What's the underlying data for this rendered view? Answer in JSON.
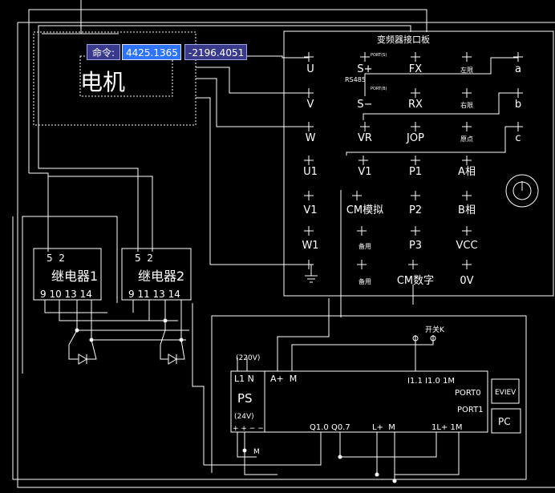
{
  "motor": {
    "label": "电机"
  },
  "command": {
    "label": "命令:",
    "x_value": "4425.1365",
    "y_value": "-2196.4051"
  },
  "vfd_board": {
    "title": "变频器接口板",
    "rs485": "RS485",
    "port_top": "PORT(S)",
    "port_bottom": "PORT(B)",
    "grid": [
      [
        "U",
        "S+",
        "FX",
        "左限",
        "a"
      ],
      [
        "V",
        "S−",
        "RX",
        "右限",
        "b"
      ],
      [
        "W",
        "VR",
        "JOP",
        "原点",
        "c"
      ],
      [
        "U1",
        "V1",
        "P1",
        "A相",
        ""
      ],
      [
        "V1",
        "CM模拟",
        "P2",
        "B相",
        ""
      ],
      [
        "W1",
        "备用",
        "P3",
        "VCC",
        ""
      ],
      [
        "",
        "备用",
        "CM数字",
        "0V",
        ""
      ]
    ]
  },
  "relay1": {
    "label": "继电器1",
    "top_pins": "5  2",
    "bottom_pins": "9 10 13 14"
  },
  "relay2": {
    "label": "继电器2",
    "top_pins": "5  2",
    "bottom_pins": "9 11 13 14"
  },
  "switch": {
    "label": "开关K"
  },
  "plc": {
    "ps_label": "PS",
    "ac_label": "(220V)",
    "l1n": "L1 N",
    "dc_label": "(24V)",
    "am": "A+  M",
    "inputs": "I1.1 I1.0 1M",
    "port0": "PORT0",
    "port1": "PORT1",
    "outputs_q": "Q1.0 Q0.7",
    "lplus_m": "L+  M",
    "one_l": "1L+ 1M",
    "m_node": "M",
    "ps_pins": "+ + − −"
  },
  "eview": {
    "label": "EVIEV"
  },
  "pc": {
    "label": "PC"
  }
}
